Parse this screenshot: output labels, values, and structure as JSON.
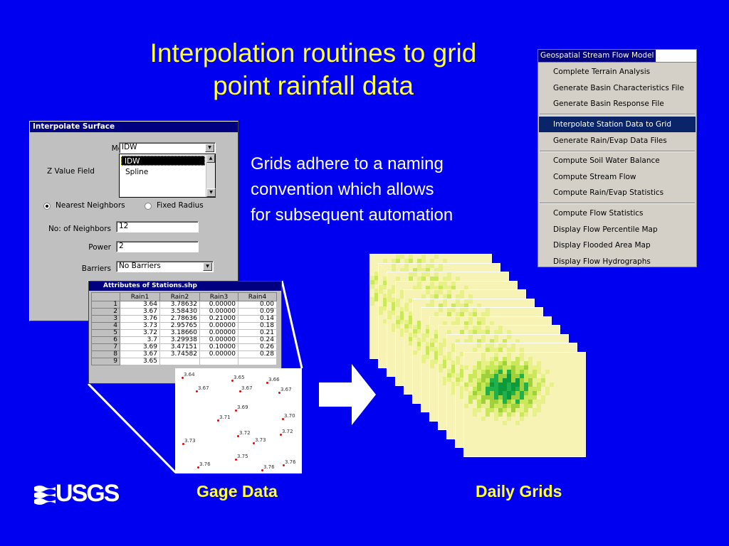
{
  "slide": {
    "title_line1": "Interpolation routines to grid",
    "title_line2": "point rainfall data",
    "caption_line1": "Grids adhere to a naming",
    "caption_line2": "convention which allows",
    "caption_line3": "for subsequent automation",
    "gage_label": "Gage Data",
    "grids_label": "Daily Grids",
    "logo_text": "USGS",
    "colors": {
      "background": "#0000f0",
      "title": "#ffff33"
    }
  },
  "interpolate": {
    "title": "Interpolate Surface",
    "method_label": "Method",
    "method_value": "IDW",
    "method_options": [
      "IDW",
      "Spline"
    ],
    "zvalue_label": "Z Value Field",
    "radio_nearest": "Nearest Neighbors",
    "radio_fixed": "Fixed Radius",
    "neighbors_label": "No: of Neighbors",
    "neighbors_value": "12",
    "power_label": "Power",
    "power_value": "2",
    "barriers_label": "Barriers",
    "barriers_value": "No Barriers"
  },
  "menu": {
    "title": "Geospatial Stream Flow Model",
    "items": [
      "Complete Terrain Analysis",
      "Generate Basin Characteristics File",
      "Generate Basin Response File",
      "Interpolate Station Data to Grid",
      "Generate Rain/Evap Data Files",
      "Compute Soil Water Balance",
      "Compute Stream Flow",
      "Compute Rain/Evap Statistics",
      "Compute Flow Statistics",
      "Display Flow Percentile Map",
      "Display Flooded Area Map",
      "Display Flow Hydrographs"
    ]
  },
  "attributes": {
    "title": "Attributes of Stations.shp",
    "columns": [
      "",
      "Rain1",
      "Rain2",
      "Rain3",
      "Rain4"
    ],
    "rows": [
      [
        "1",
        "3.64",
        "3.78632",
        "0.00000",
        "0.00"
      ],
      [
        "2",
        "3.67",
        "3.58430",
        "0.00000",
        "0.09"
      ],
      [
        "3",
        "3.76",
        "2.78636",
        "0.21000",
        "0.14"
      ],
      [
        "4",
        "3.73",
        "2.95765",
        "0.00000",
        "0.18"
      ],
      [
        "5",
        "3.72",
        "3.18660",
        "0.00000",
        "0.21"
      ],
      [
        "6",
        "3.7",
        "3.29938",
        "0.00000",
        "0.24"
      ],
      [
        "7",
        "3.69",
        "3.47151",
        "0.10000",
        "0.26"
      ],
      [
        "8",
        "3.67",
        "3.74582",
        "0.00000",
        "0.28"
      ],
      [
        "9",
        "3.65",
        "",
        "",
        ""
      ]
    ]
  },
  "stations": [
    "3.64",
    "3.65",
    "3.66",
    "3.67",
    "3.67",
    "3.67",
    "3.69",
    "3.71",
    "3.70",
    "3.72",
    "3.73",
    "3.73",
    "3.72",
    "3.75",
    "3.76",
    "3.76",
    "3.76"
  ]
}
